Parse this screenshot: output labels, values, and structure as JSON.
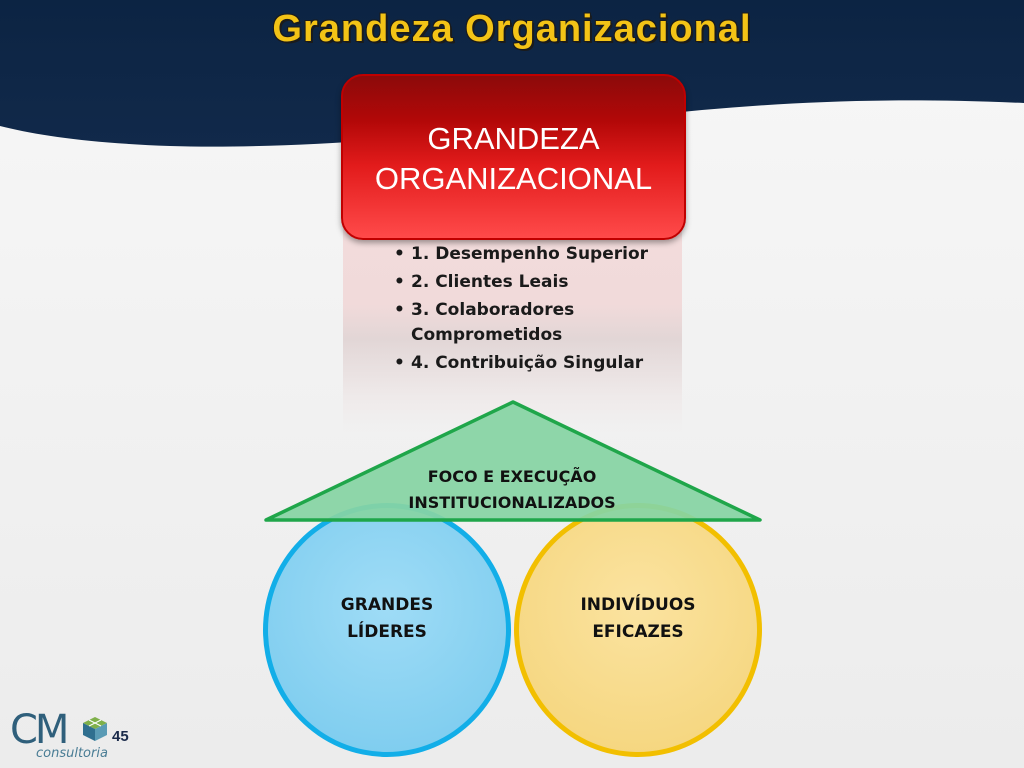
{
  "slide": {
    "title": "Grandeza Organizacional",
    "page_number": "45"
  },
  "diagram": {
    "top_box": {
      "label": "GRANDEZA\nORGANIZACIONAL"
    },
    "results": [
      {
        "text": "1. Desempenho Superior"
      },
      {
        "text": "2. Clientes Leais"
      },
      {
        "text": "3. Colaboradores Comprometidos"
      },
      {
        "text": "4. Contribuição Singular"
      }
    ],
    "roof": {
      "label": "FOCO E EXECUÇÃO\nINSTITUCIONALIZADOS"
    },
    "left_pillar": {
      "label": "GRANDES\nLÍDERES"
    },
    "right_pillar": {
      "label": "INDIVÍDUOS\nEFICAZES"
    }
  },
  "logo": {
    "mark": "CM",
    "subtitle": "consultoria"
  },
  "colors": {
    "header_navy": "#0e2747",
    "title_gold": "#f3c316",
    "box_red": "#e21b1b",
    "roof_green": "#86d4a4",
    "roof_border": "#1fa64a",
    "pillar_blue": "#83cff0",
    "pillar_yellow": "#f6d884"
  }
}
